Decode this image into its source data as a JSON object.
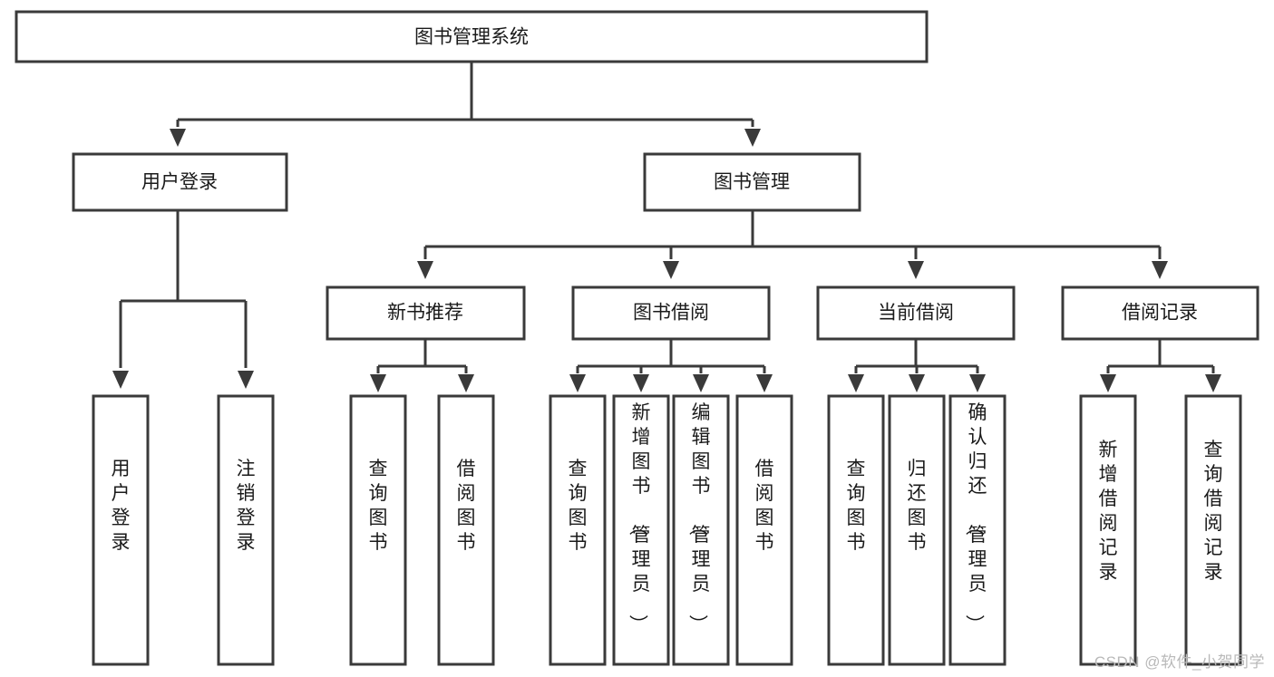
{
  "diagram": {
    "title": "图书管理系统",
    "type": "hierarchy-tree",
    "colors": {
      "box_stroke": "#3a3a3a",
      "box_fill": "#ffffff",
      "text": "#1a1a1a",
      "background": "#ffffff",
      "watermark": "#b9b9b9"
    },
    "root": {
      "label": "图书管理系统"
    },
    "level2": [
      {
        "label": "用户登录"
      },
      {
        "label": "图书管理"
      }
    ],
    "level3": [
      {
        "label": "新书推荐"
      },
      {
        "label": "图书借阅"
      },
      {
        "label": "当前借阅"
      },
      {
        "label": "借阅记录"
      }
    ],
    "leaves": {
      "user_login": [
        {
          "label": "用户登录"
        },
        {
          "label": "注销登录"
        }
      ],
      "new_book_recommend": [
        {
          "label": "查询图书"
        },
        {
          "label": "借阅图书"
        }
      ],
      "book_borrow": [
        {
          "label": "查询图书"
        },
        {
          "label": "新增图书（管理员）"
        },
        {
          "label": "编辑图书（管理员）"
        },
        {
          "label": "借阅图书"
        }
      ],
      "current_borrow": [
        {
          "label": "查询图书"
        },
        {
          "label": "归还图书"
        },
        {
          "label": "确认归还（管理员）"
        }
      ],
      "borrow_records": [
        {
          "label": "新增借阅记录"
        },
        {
          "label": "查询借阅记录"
        }
      ]
    }
  },
  "watermark": {
    "text": "CSDN @软件_小贺同学"
  }
}
